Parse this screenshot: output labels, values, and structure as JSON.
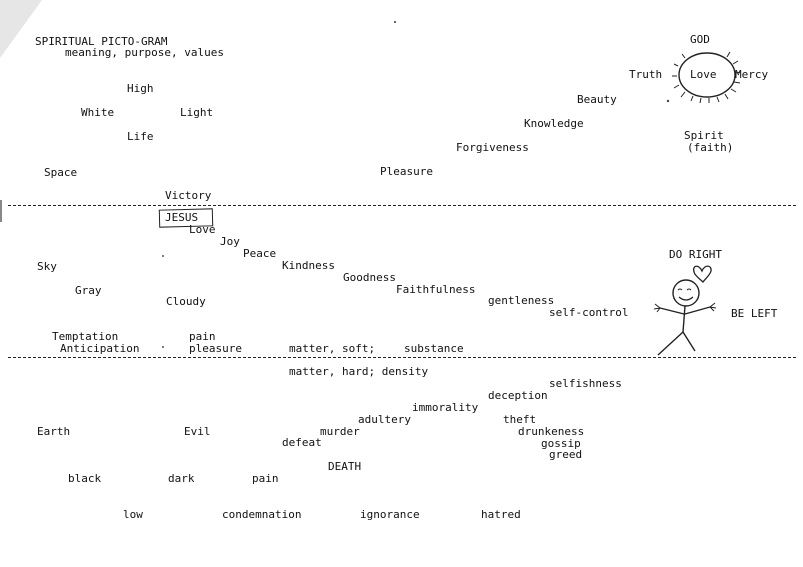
{
  "title": "SPIRITUAL PICTO-GRAM",
  "subtitle": "meaning, purpose, values",
  "upper": {
    "high": "High",
    "white": "White",
    "light": "Light",
    "life": "Life",
    "space": "Space",
    "victory": "Victory",
    "pleasure": "Pleasure",
    "forgiveness": "Forgiveness",
    "knowledge": "Knowledge",
    "beauty": "Beauty",
    "truth": "Truth",
    "love": "Love",
    "mercy": "Mercy",
    "god": "GOD",
    "spirit": "Spirit",
    "faith": "(faith)"
  },
  "middle": {
    "jesus": "JESUS",
    "love": "Love",
    "joy": "Joy",
    "peace": "Peace",
    "kindness": "Kindness",
    "goodness": "Goodness",
    "faithfulness": "Faithfulness",
    "gentleness": "gentleness",
    "self_control": "self-control",
    "sky": "Sky",
    "gray": "Gray",
    "cloudy": "Cloudy",
    "do_right": "DO RIGHT",
    "be_left": "BE LEFT",
    "temptation": "Temptation",
    "anticipation": "Anticipation",
    "pain": "pain",
    "pleasure": "pleasure",
    "matter_soft": "matter, soft;",
    "substance": "substance"
  },
  "lower": {
    "matter_hard": "matter, hard; density",
    "selfishness": "selfishness",
    "deception": "deception",
    "immorality": "immorality",
    "adultery": "adultery",
    "theft": "theft",
    "drunkeness": "drunkeness",
    "gossip": "gossip",
    "greed": "greed",
    "earth": "Earth",
    "evil": "Evil",
    "murder": "murder",
    "defeat": "defeat",
    "death": "DEATH",
    "black": "black",
    "dark": "dark",
    "pain": "pain",
    "low": "low",
    "condemnation": "condemnation",
    "ignorance": "ignorance",
    "hatred": "hatred"
  }
}
